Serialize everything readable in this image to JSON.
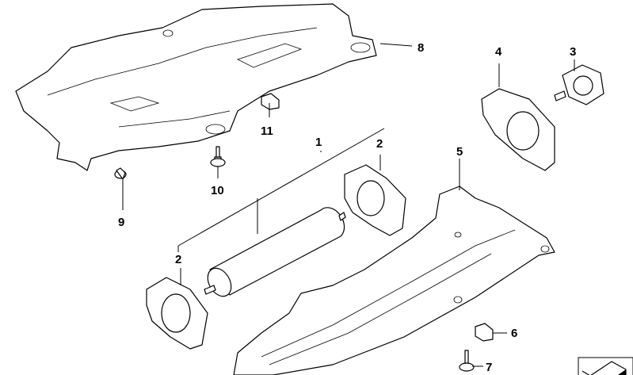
{
  "diagram": {
    "callouts": [
      {
        "id": "1",
        "text": "1"
      },
      {
        "id": "2a",
        "text": "2"
      },
      {
        "id": "2b",
        "text": "2"
      },
      {
        "id": "3",
        "text": "3"
      },
      {
        "id": "4",
        "text": "4"
      },
      {
        "id": "5",
        "text": "5"
      },
      {
        "id": "6",
        "text": "6"
      },
      {
        "id": "7",
        "text": "7"
      },
      {
        "id": "8",
        "text": "8"
      },
      {
        "id": "9",
        "text": "9"
      },
      {
        "id": "10",
        "text": "10"
      },
      {
        "id": "11",
        "text": "11"
      }
    ],
    "corner_icon": "diagram-orientation-icon"
  }
}
